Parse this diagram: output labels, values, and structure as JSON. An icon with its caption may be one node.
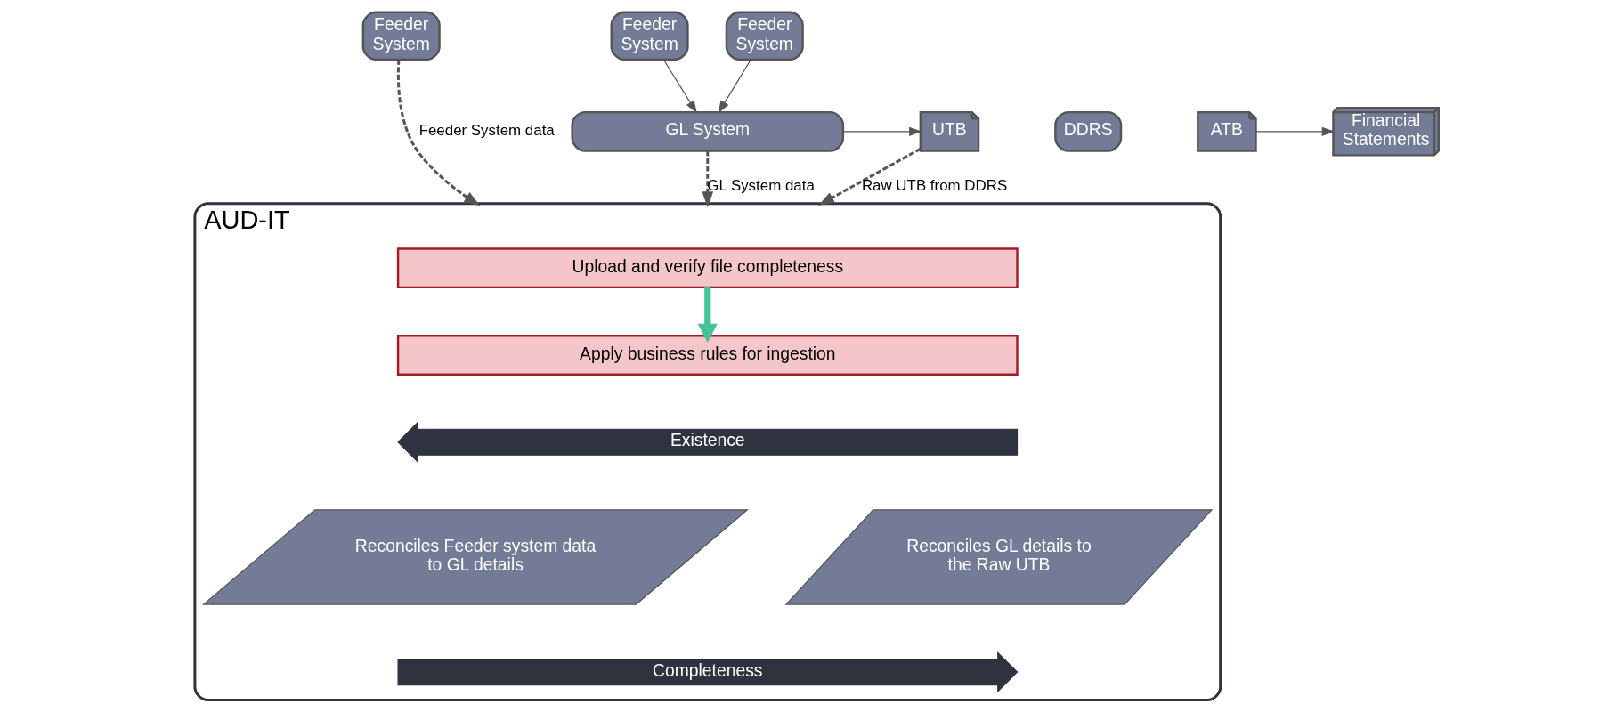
{
  "diagram": {
    "nodes": [
      {
        "text": [
          "Feeder System"
        ]
      },
      {
        "text": [
          "Feeder System"
        ]
      },
      {
        "text": [
          "Feeder System"
        ]
      },
      {
        "text": [
          "GL System"
        ]
      },
      {
        "text": [
          "UTB"
        ]
      },
      {
        "text": [
          "DDRS"
        ]
      },
      {
        "text": [
          "ATB"
        ]
      },
      {
        "text": [
          "Financial Statements"
        ]
      },
      {
        "text": [
          "AUD-IT"
        ]
      },
      {
        "text": [
          "Upload and verify file completeness"
        ],
        "in": 8
      },
      {
        "text": [
          "Apply business rules for ingestion"
        ],
        "in": 8
      },
      {
        "text": [
          "Existence"
        ],
        "in": 8
      },
      {
        "text": [
          "Reconciles Feeder system data to GL details"
        ],
        "in": 8
      },
      {
        "text": [
          "Reconciles GL details to the Raw UTB"
        ],
        "in": 8
      },
      {
        "text": [
          "Completeness"
        ],
        "in": 8
      }
    ],
    "edges": [
      {
        "from": 1,
        "to": 3,
        "arrow": "to"
      },
      {
        "from": 2,
        "to": 3,
        "arrow": "to"
      },
      {
        "from": 3,
        "to": 4,
        "arrow": "to"
      },
      {
        "from": 6,
        "to": 7,
        "arrow": "to"
      },
      {
        "from": 0,
        "to": 8,
        "arrow": "to",
        "label": "Feeder System data",
        "style": "dashed"
      },
      {
        "from": 3,
        "to": 8,
        "arrow": "to",
        "label": "GL System data",
        "style": "dashed"
      },
      {
        "from": 4,
        "to": 8,
        "arrow": "to",
        "label": "Raw UTB from DDRS",
        "style": "dashed"
      },
      {
        "from": 9,
        "to": 10,
        "arrow": "to",
        "style": "thick",
        "color": "#45c394"
      }
    ]
  }
}
